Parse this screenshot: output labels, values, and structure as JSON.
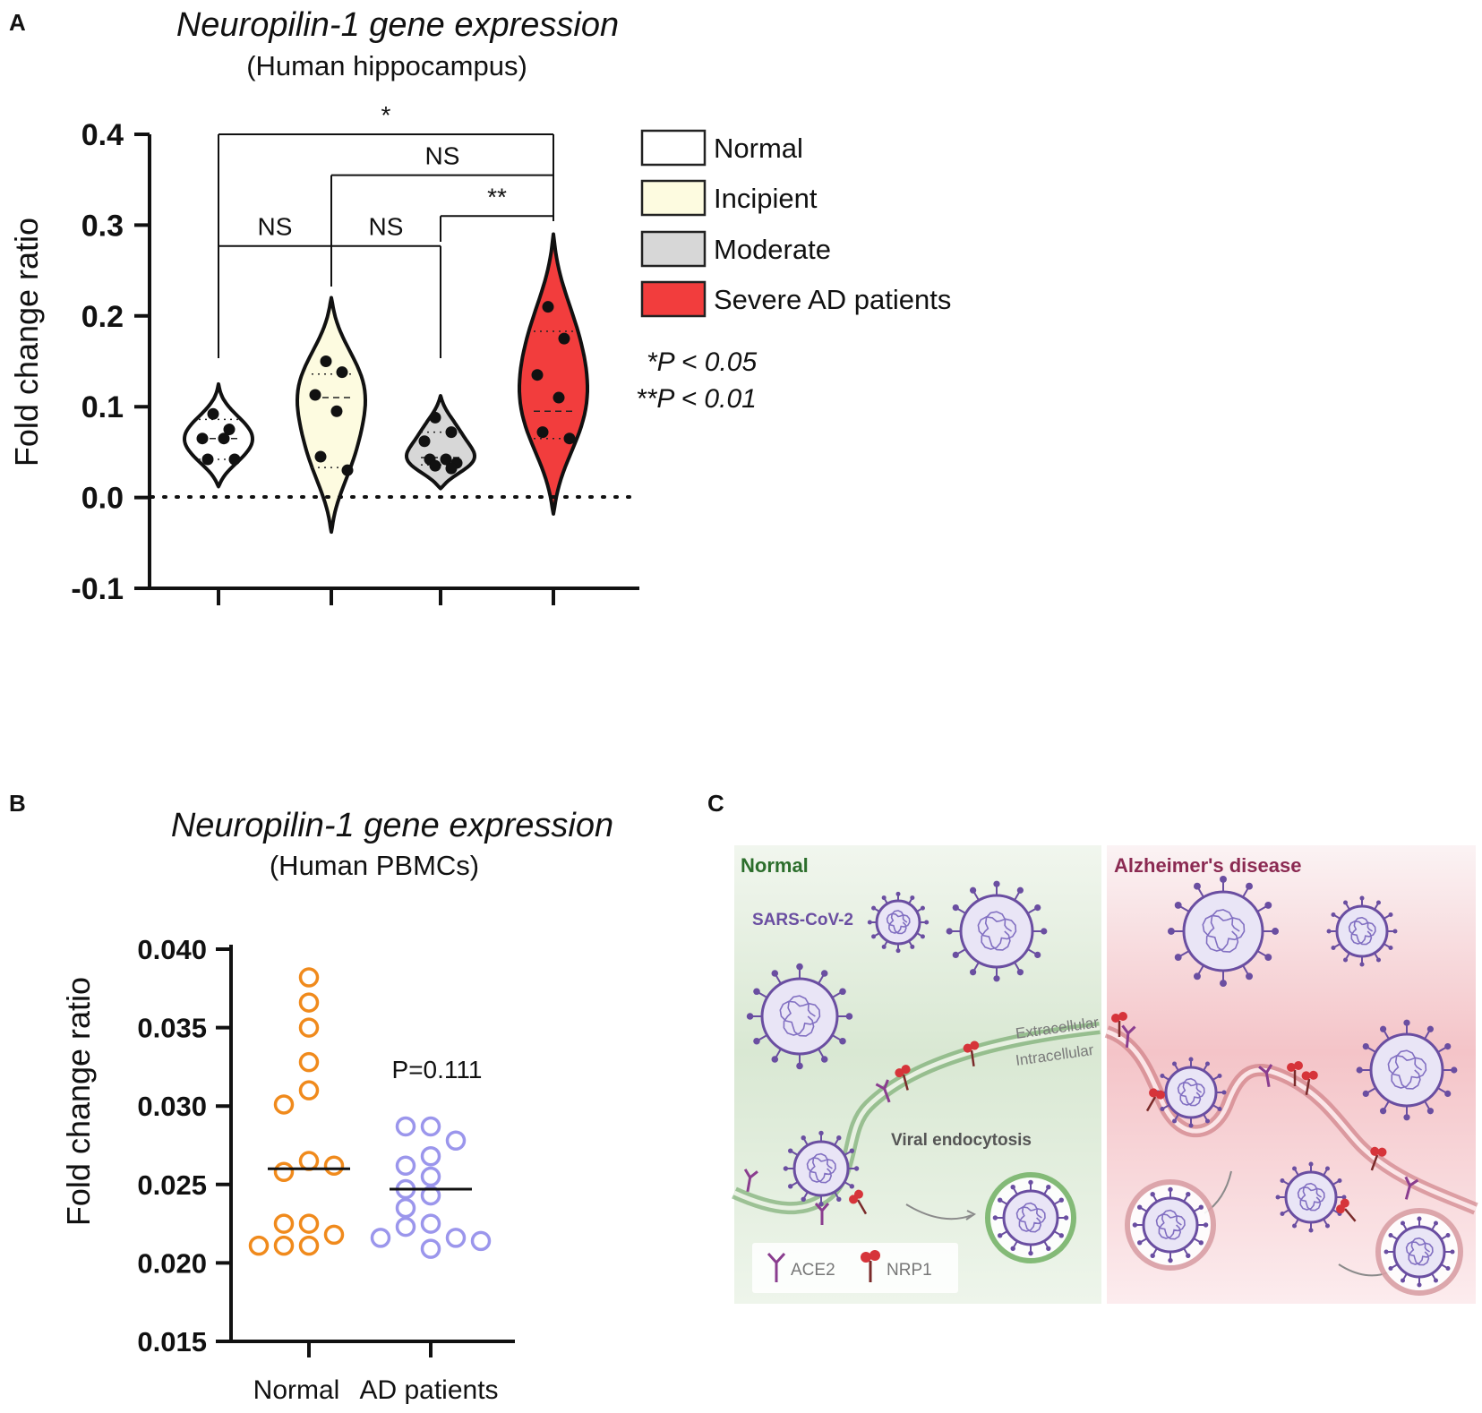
{
  "panels": {
    "a": "A",
    "b": "B",
    "c": "C"
  },
  "colors": {
    "normal": "#ffffff",
    "incipient": "#fdfbe0",
    "moderate": "#d7d7d7",
    "severe": "#f23d3d",
    "pbmc_normal": "#f08a1c",
    "pbmc_ad": "#9b96ec",
    "virus": "#6a4ea1",
    "ace2": "#8a3d8f",
    "nrp1": "#d6343a",
    "normal_panel": "#2c6e2c",
    "ad_panel": "#8b2a52"
  },
  "chart_data": [
    {
      "type": "violin",
      "title": "Neuropilin-1 gene expression",
      "subtitle": "(Human hippocampus)",
      "xlabel": "",
      "ylabel": "Fold change ratio",
      "ylim": [
        -0.1,
        0.4
      ],
      "yticks": [
        "-0.1",
        "0.0",
        "0.1",
        "0.2",
        "0.3",
        "0.4"
      ],
      "grid": false,
      "legend_position": "right",
      "reference_line": 0.0,
      "series": [
        {
          "name": "Normal",
          "values": [
            0.092,
            0.075,
            0.065,
            0.065,
            0.042,
            0.042
          ],
          "median": 0.065,
          "q1": 0.042,
          "q3": 0.086,
          "range": [
            0.012,
            0.125
          ]
        },
        {
          "name": "Incipient",
          "values": [
            0.15,
            0.138,
            0.113,
            0.095,
            0.045,
            0.03
          ],
          "median": 0.11,
          "q1": 0.033,
          "q3": 0.136,
          "range": [
            -0.038,
            0.22
          ]
        },
        {
          "name": "Moderate",
          "values": [
            0.088,
            0.072,
            0.062,
            0.042,
            0.042,
            0.038,
            0.035,
            0.032
          ],
          "median": 0.044,
          "q1": 0.036,
          "q3": 0.072,
          "range": [
            0.01,
            0.112
          ]
        },
        {
          "name": "Severe AD patients",
          "values": [
            0.21,
            0.175,
            0.135,
            0.11,
            0.072,
            0.065
          ],
          "median": 0.095,
          "q1": 0.065,
          "q3": 0.183,
          "range": [
            -0.018,
            0.29
          ]
        }
      ],
      "comparisons": [
        {
          "groups": [
            "Normal",
            "Severe AD patients"
          ],
          "label": "*",
          "y": 0.4
        },
        {
          "groups": [
            "Incipient",
            "Severe AD patients"
          ],
          "label": "NS",
          "y": 0.355
        },
        {
          "groups": [
            "Moderate",
            "Severe AD patients"
          ],
          "label": "**",
          "y": 0.31
        },
        {
          "groups": [
            "Normal",
            "Incipient"
          ],
          "label": "NS",
          "y": 0.277
        },
        {
          "groups": [
            "Incipient",
            "Moderate"
          ],
          "label": "NS",
          "y": 0.277
        }
      ],
      "annotations": [
        "*P < 0.05",
        "**P < 0.01"
      ]
    },
    {
      "type": "scatter",
      "title": "Neuropilin-1 gene expression",
      "subtitle": "(Human PBMCs)",
      "xlabel": "",
      "ylabel": "Fold change ratio",
      "categories": [
        "Normal",
        "AD patients"
      ],
      "ylim": [
        0.015,
        0.04
      ],
      "yticks": [
        "0.015",
        "0.020",
        "0.025",
        "0.030",
        "0.035",
        "0.040"
      ],
      "grid": false,
      "series": [
        {
          "name": "Normal",
          "values": [
            0.0382,
            0.0366,
            0.035,
            0.0328,
            0.031,
            0.0301,
            0.0265,
            0.0258,
            0.0262,
            0.0225,
            0.0225,
            0.0218,
            0.0211,
            0.0211,
            0.0211
          ],
          "median": 0.026
        },
        {
          "name": "AD patients",
          "values": [
            0.0287,
            0.0287,
            0.0278,
            0.0268,
            0.0262,
            0.0255,
            0.0247,
            0.0243,
            0.0235,
            0.0225,
            0.0223,
            0.0216,
            0.0216,
            0.0214,
            0.0209
          ],
          "median": 0.0247
        }
      ],
      "annotations": [
        "P=0.111"
      ]
    }
  ],
  "illustration": {
    "normal_title": "Normal",
    "ad_title": "Alzheimer's disease",
    "virus_label": "SARS-CoV-2",
    "extracellular": "Extracellular",
    "intracellular": "Intracellular",
    "endocytosis": "Viral endocytosis",
    "legend_ace2": "ACE2",
    "legend_nrp1": "NRP1"
  }
}
